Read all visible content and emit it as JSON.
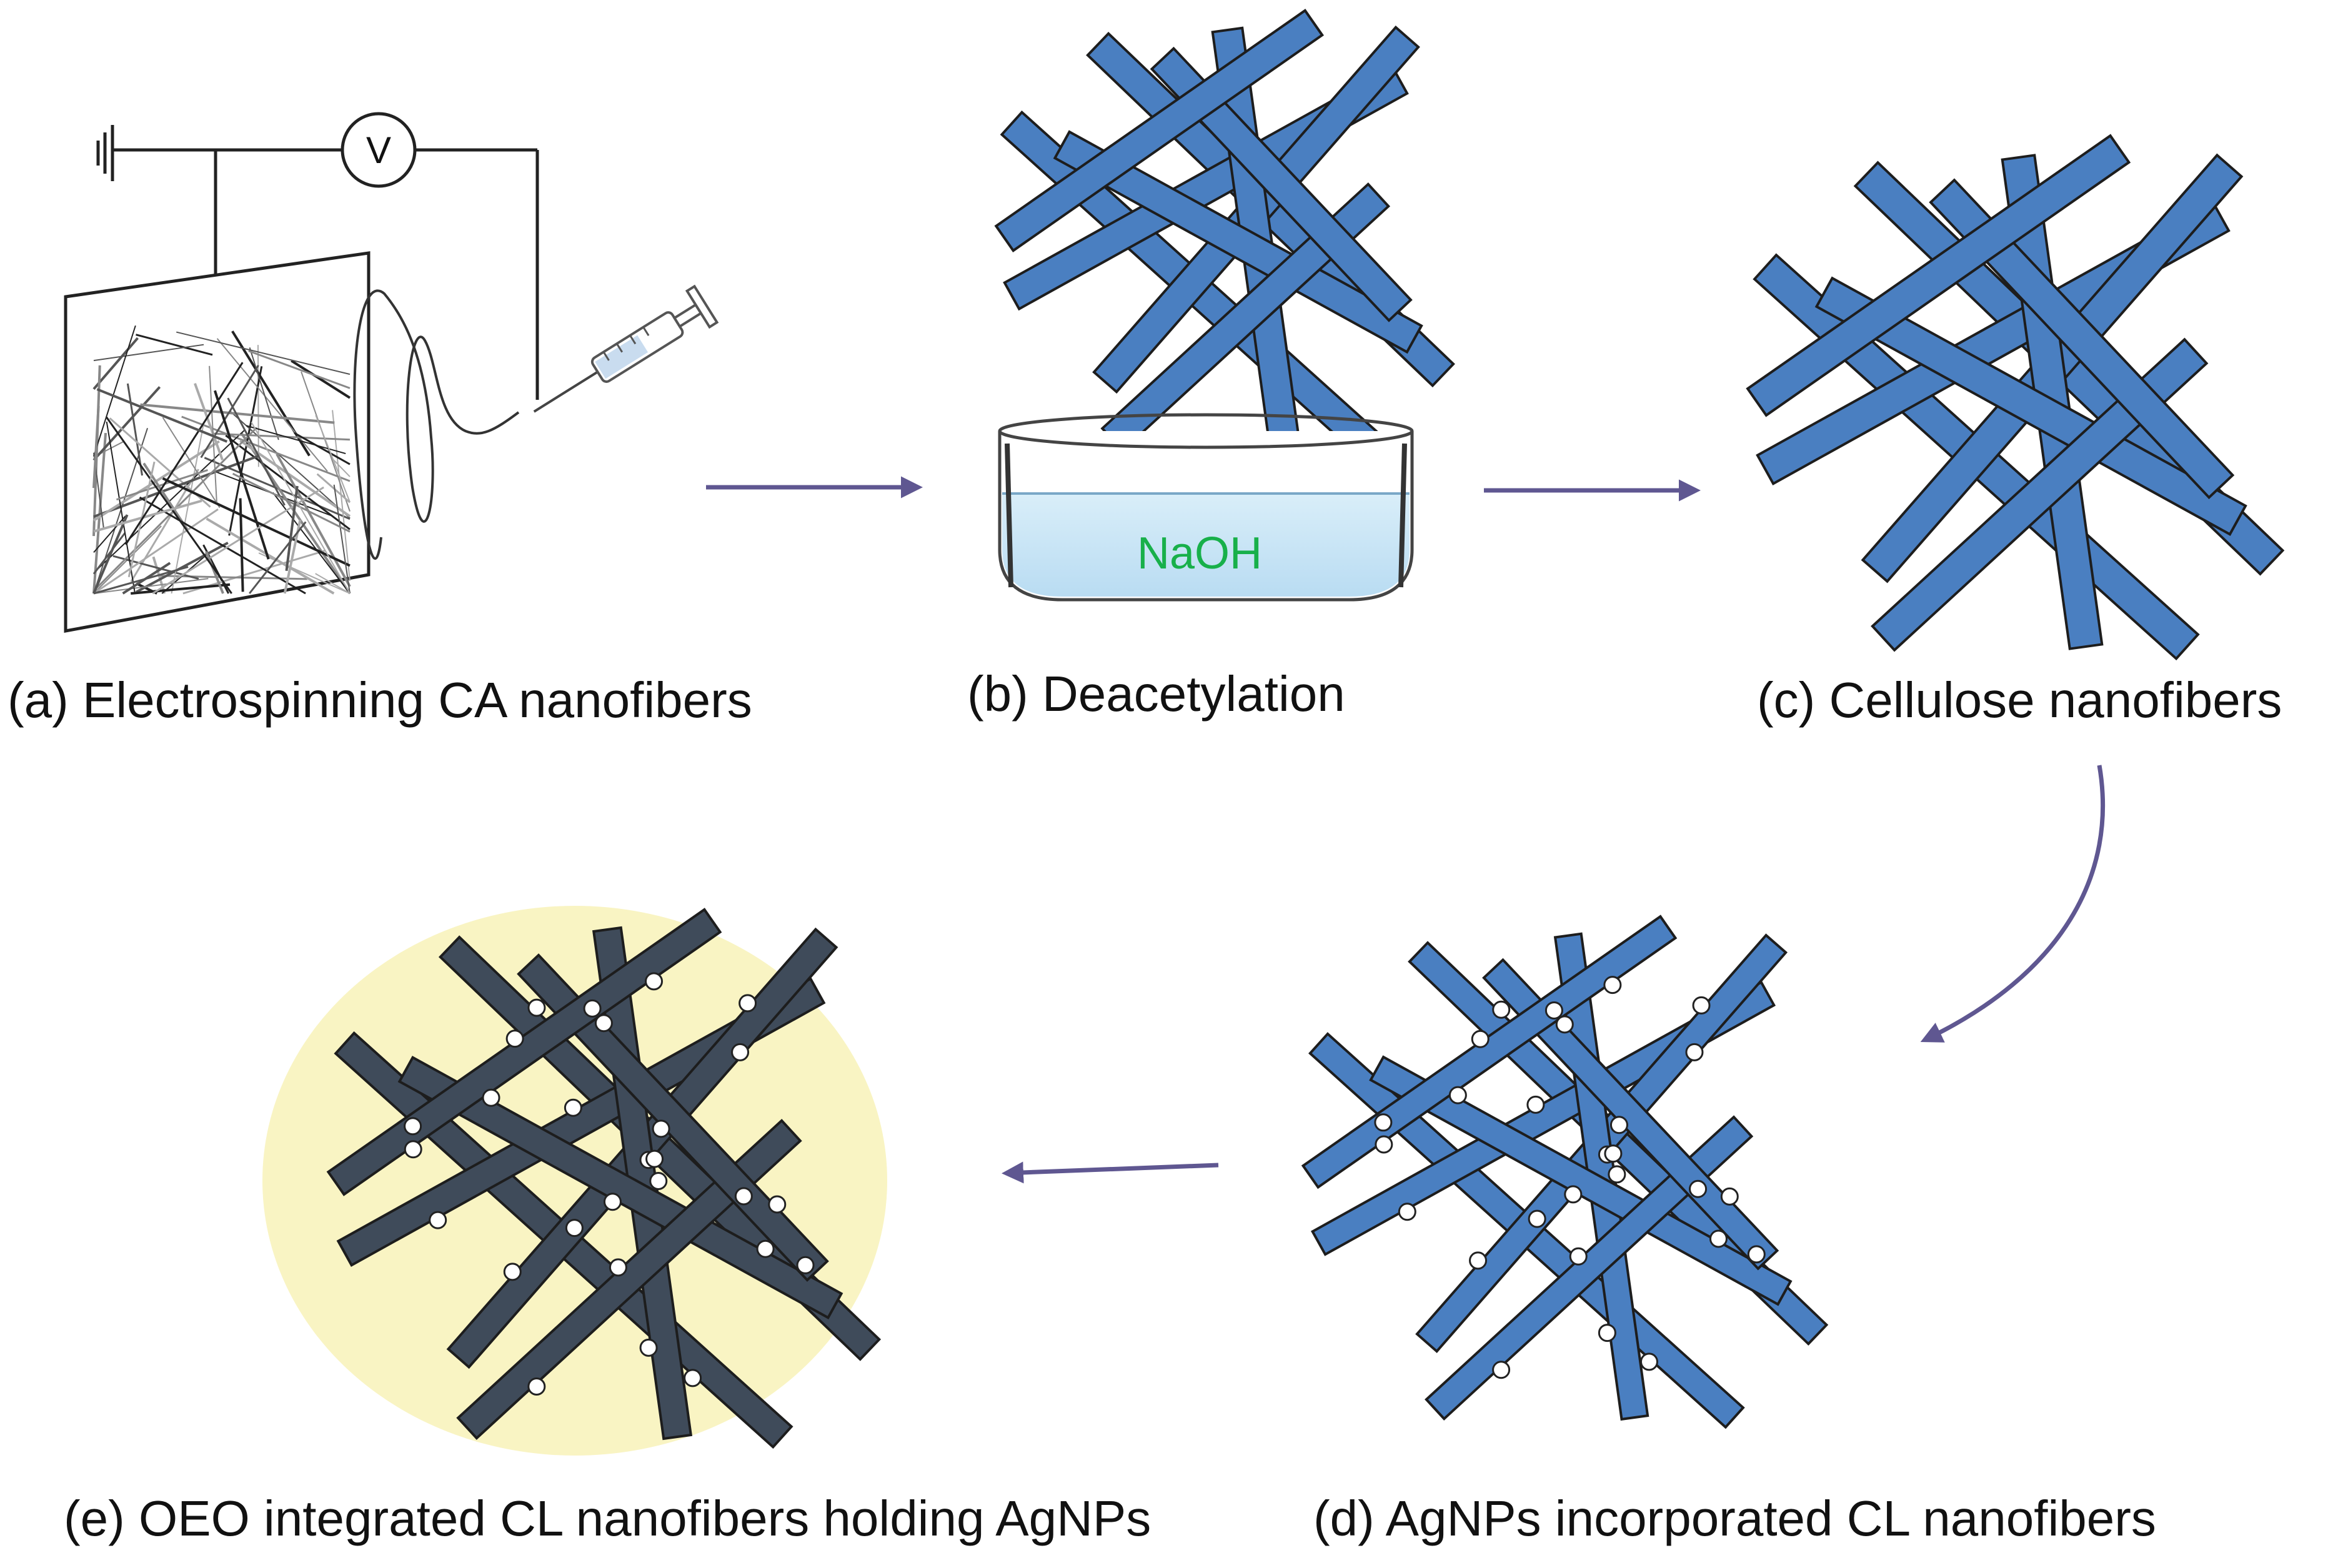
{
  "panels": {
    "a": {
      "label": "(a) Electrospinning CA nanofibers",
      "meter_symbol": "V"
    },
    "b": {
      "label": "(b) Deacetylation",
      "reagent": "NaOH"
    },
    "c": {
      "label": "(c) Cellulose nanofibers"
    },
    "d": {
      "label": "(d) AgNPs incorporated CL nanofibers"
    },
    "e": {
      "label": "(e) OEO integrated CL nanofibers holding AgNPs"
    }
  },
  "colors": {
    "fiber_blue": "#4a7fc1",
    "fiber_dark": "#3f4b5a",
    "arrow": "#5f5791",
    "solution": "#cfe6f5",
    "oil_halo": "#f9f4c3",
    "reagent_text": "#18b04a"
  },
  "icons": [
    "ground-icon",
    "voltmeter-icon",
    "syringe-icon",
    "petri-dish-icon",
    "arrow-icon"
  ]
}
